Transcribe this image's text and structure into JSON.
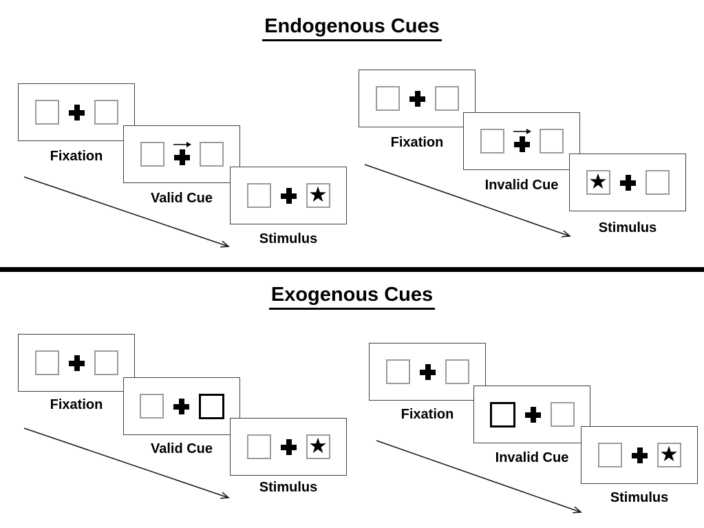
{
  "diagram": {
    "name": "posner-cueing-task",
    "background": "#ffffff"
  },
  "colors": {
    "panel_border": "#3f3f3f",
    "placeholder_box_border": "#9b9b9b",
    "cue_highlight_border": "#000000",
    "text": "#000000",
    "divider": "#000000"
  },
  "icons": {
    "star": "★",
    "fixation_cross": "+",
    "cue_direction_arrow": "→"
  },
  "sections": [
    {
      "title": "Endogenous Cues",
      "cue_style": "central-arrow",
      "sequences": [
        {
          "name": "valid",
          "cue_direction": "right",
          "stimulus_side": "right",
          "panels": [
            {
              "label": "Fixation"
            },
            {
              "label": "Valid Cue"
            },
            {
              "label": "Stimulus"
            }
          ]
        },
        {
          "name": "invalid",
          "cue_direction": "right",
          "stimulus_side": "left",
          "panels": [
            {
              "label": "Fixation"
            },
            {
              "label": "Invalid Cue"
            },
            {
              "label": "Stimulus"
            }
          ]
        }
      ]
    },
    {
      "title": "Exogenous Cues",
      "cue_style": "peripheral-box",
      "sequences": [
        {
          "name": "valid",
          "cue_side": "right",
          "stimulus_side": "right",
          "panels": [
            {
              "label": "Fixation"
            },
            {
              "label": "Valid Cue"
            },
            {
              "label": "Stimulus"
            }
          ]
        },
        {
          "name": "invalid",
          "cue_side": "left",
          "stimulus_side": "right",
          "panels": [
            {
              "label": "Fixation"
            },
            {
              "label": "Invalid Cue"
            },
            {
              "label": "Stimulus"
            }
          ]
        }
      ]
    }
  ]
}
